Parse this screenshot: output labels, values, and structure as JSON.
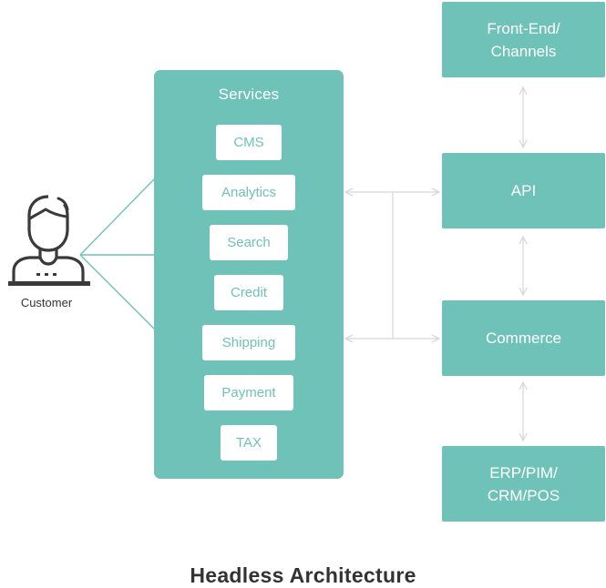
{
  "colors": {
    "accent": "#6fc2b8",
    "connector": "#d8d8d8",
    "text_dark": "#333333",
    "icon_dark": "#3a3a3a"
  },
  "customer": {
    "label": "Customer",
    "icon": "customer-person-icon"
  },
  "services": {
    "title": "Services",
    "items": [
      "CMS",
      "Analytics",
      "Search",
      "Credit",
      "Shipping",
      "Payment",
      "TAX"
    ]
  },
  "blocks": {
    "frontend": "Front-End/\nChannels",
    "api": "API",
    "commerce": "Commerce",
    "erp": "ERP/PIM/\nCRM/POS"
  },
  "caption": "Headless Architecture"
}
